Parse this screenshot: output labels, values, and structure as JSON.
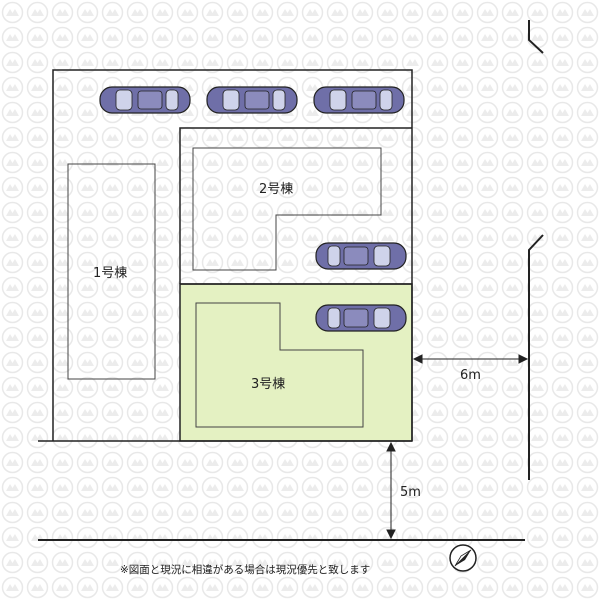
{
  "buildings": [
    {
      "label": "1号棟"
    },
    {
      "label": "2号棟"
    },
    {
      "label": "3号棟"
    }
  ],
  "roads": [
    {
      "width_label": "6m"
    },
    {
      "width_label": "5m"
    }
  ],
  "note": "※図面と現況に相違がある場合は現況優先と致します",
  "compass": "north-arrow-icon",
  "colors": {
    "line": "#222222",
    "highlight_lot": "#e4f1c2",
    "car_body": "#6f6fa8",
    "car_glass": "#cfd3ea",
    "watermark": "#e6e6e6"
  }
}
